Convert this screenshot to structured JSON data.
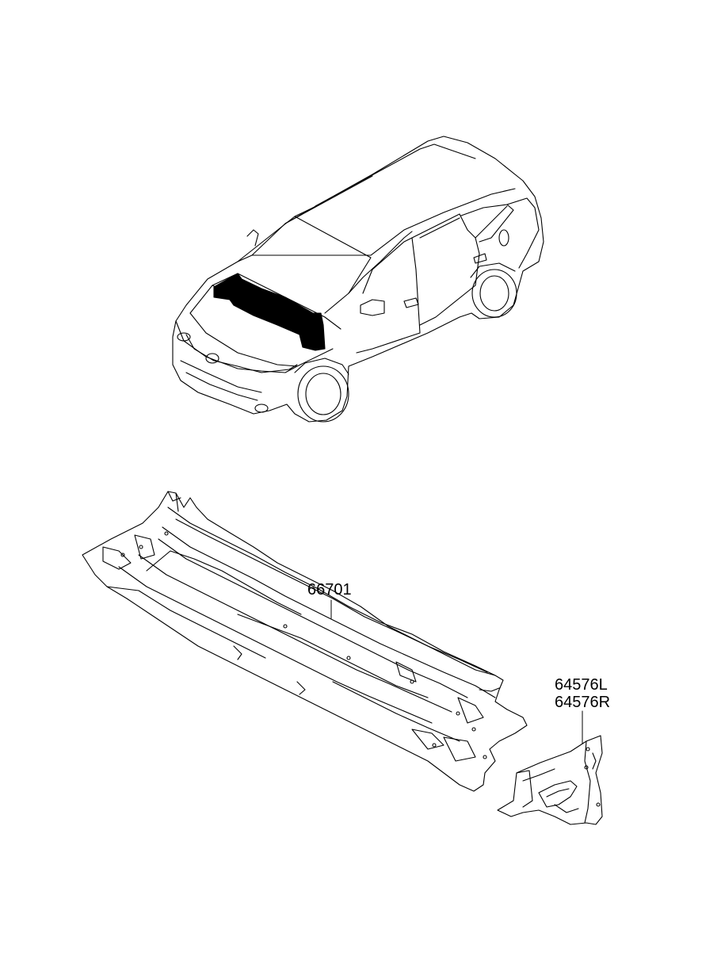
{
  "diagram": {
    "parts": [
      {
        "part_number": "66701",
        "description_shown": false
      },
      {
        "part_numbers": [
          "64576L",
          "64576R"
        ]
      }
    ],
    "labels": {
      "cowl_panel": "66701",
      "side_panel_left": "64576L",
      "side_panel_right": "64576R"
    },
    "colors": {
      "line": "#000000",
      "highlight": "#000000",
      "background": "#ffffff"
    }
  }
}
